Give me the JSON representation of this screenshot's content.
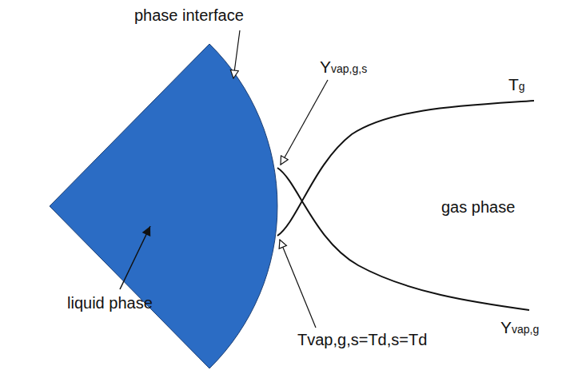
{
  "diagram": {
    "labels": [
      "phase interface",
      "Yvap,g,s",
      "Tg",
      "gas phase",
      "liquid phase",
      "Tvap,g,s=Td,s=Td",
      "Yvap,g"
    ]
  }
}
